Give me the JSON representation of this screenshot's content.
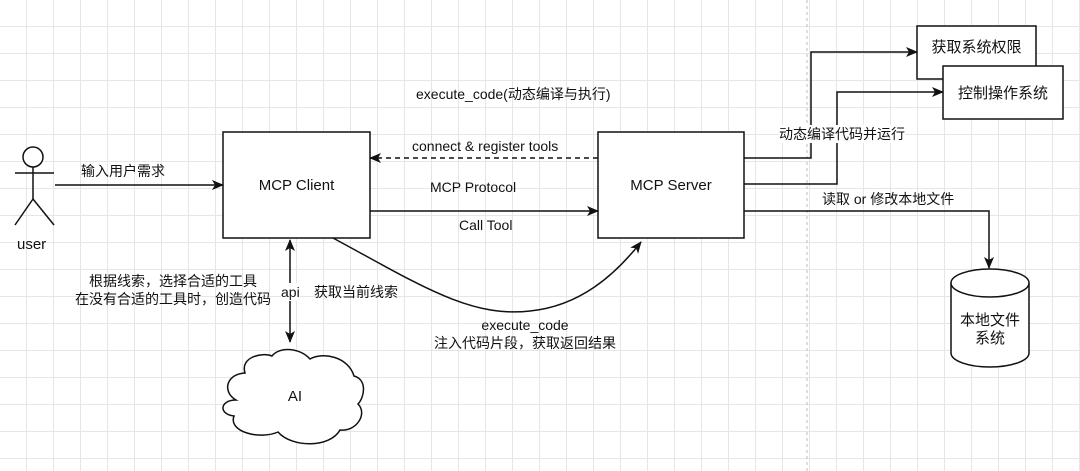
{
  "nodes": {
    "user": "user",
    "mcp_client": "MCP Client",
    "mcp_server": "MCP Server",
    "ai": "AI",
    "get_permissions": "获取系统权限",
    "control_os": "控制操作系统",
    "local_fs_line1": "本地文件",
    "local_fs_line2": "系统"
  },
  "edges": {
    "user_input": "输入用户需求",
    "execute_code_dynamic": "execute_code(动态编译与执行)",
    "connect_register": "connect & register tools",
    "mcp_protocol": "MCP Protocol",
    "call_tool": "Call Tool",
    "api": "api",
    "get_clues": "获取当前线索",
    "select_tool_line1": "根据线索，选择合适的工具",
    "select_tool_line2": "在没有合适的工具时，创造代码",
    "execute_code": "execute_code",
    "inject_code": "注入代码片段，获取返回结果",
    "dynamic_compile_run": "动态编译代码并运行",
    "read_modify_files": "读取 or 修改本地文件"
  }
}
